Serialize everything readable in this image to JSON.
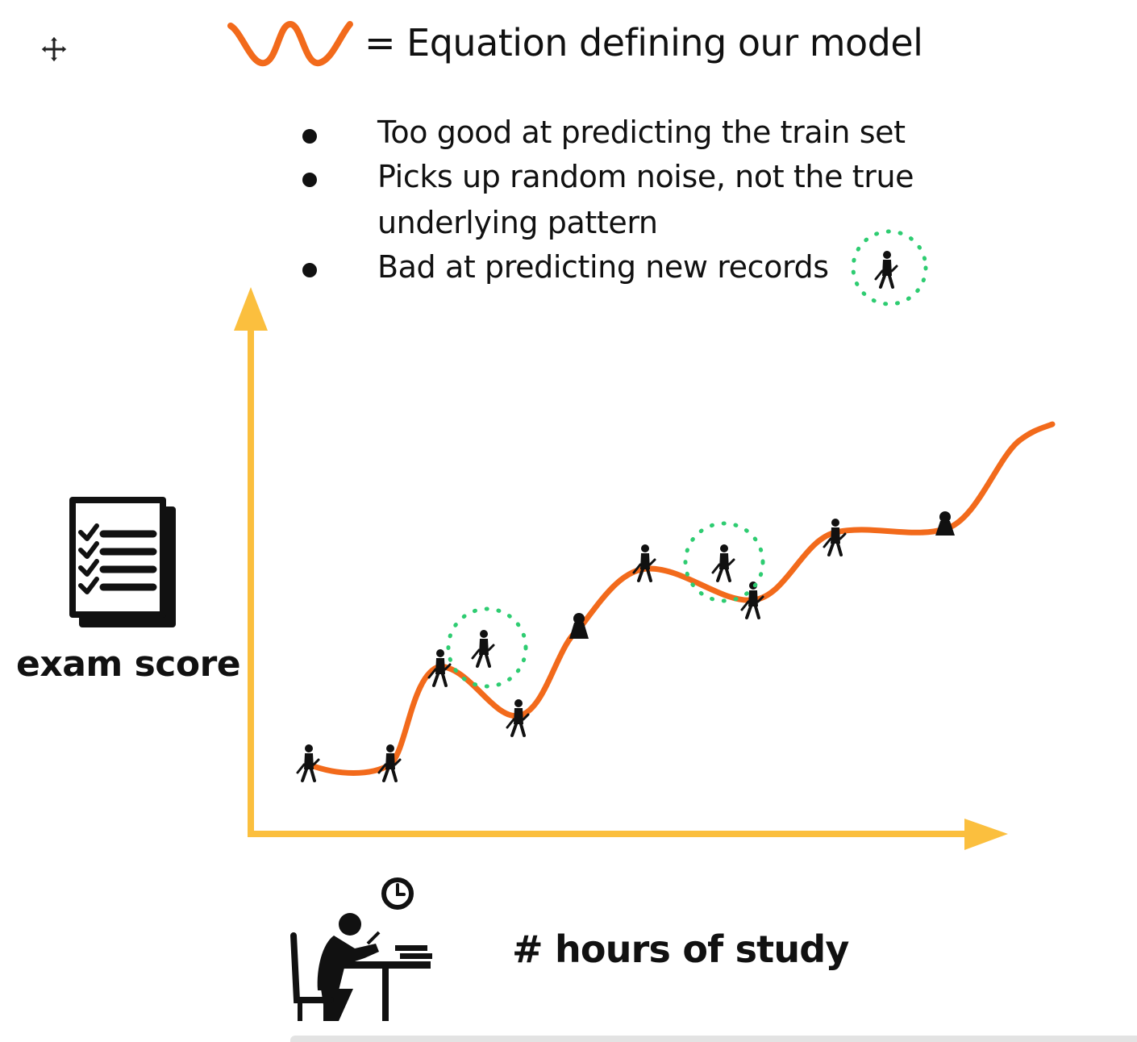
{
  "legend": {
    "label": "= Equation defining our model",
    "curve_color": "#f26a1b"
  },
  "bullets": [
    "Too good at predicting the train set",
    "Picks up random noise, not the true",
    "underlying pattern",
    "Bad at predicting new records"
  ],
  "axes": {
    "y_label": "exam score",
    "x_label": "# hours of study",
    "axis_color": "#fbbf3e",
    "y_icon": "exam-checklist-icon",
    "x_icon": "student-at-desk-icon"
  },
  "highlight_color": "#2ecc71",
  "icons": {
    "move": "move-cursor-icon",
    "person": "student-figure-icon"
  }
}
